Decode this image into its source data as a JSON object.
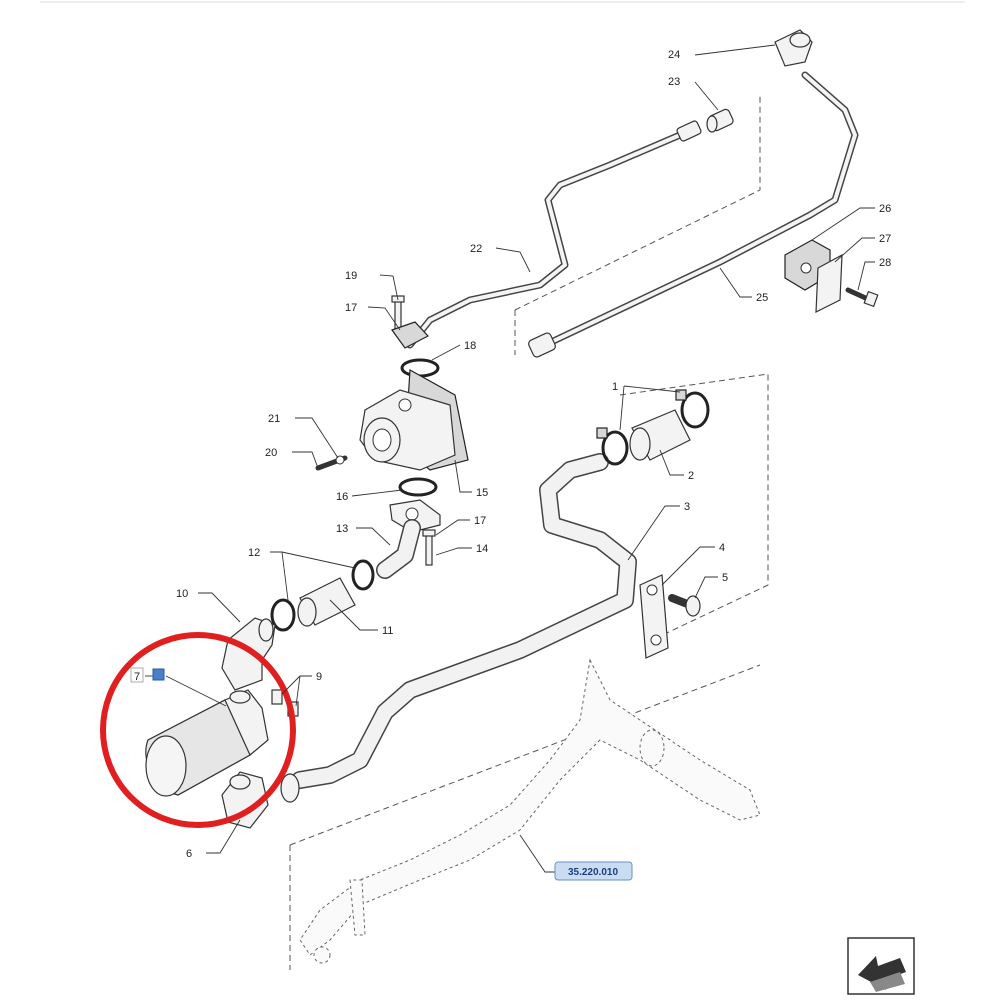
{
  "callouts": {
    "c1": "1",
    "c2": "2",
    "c3": "3",
    "c4": "4",
    "c5": "5",
    "c6": "6",
    "c7": "7",
    "c9": "9",
    "c10": "10",
    "c11": "11",
    "c12": "12",
    "c13": "13",
    "c14": "14",
    "c15": "15",
    "c16": "16",
    "c17a": "17",
    "c17b": "17",
    "c18": "18",
    "c19": "19",
    "c20": "20",
    "c21": "21",
    "c22": "22",
    "c23": "23",
    "c24": "24",
    "c25": "25",
    "c26": "26",
    "c27": "27",
    "c28": "28"
  },
  "reference": {
    "label": "35.220.010"
  },
  "colors": {
    "highlight": "#e02020",
    "ref_badge": "#c9dcf2",
    "ref_border": "#6a8fc4"
  },
  "icons": {
    "nav": "arrow-left-icon",
    "marker": "filter-marker-icon"
  }
}
